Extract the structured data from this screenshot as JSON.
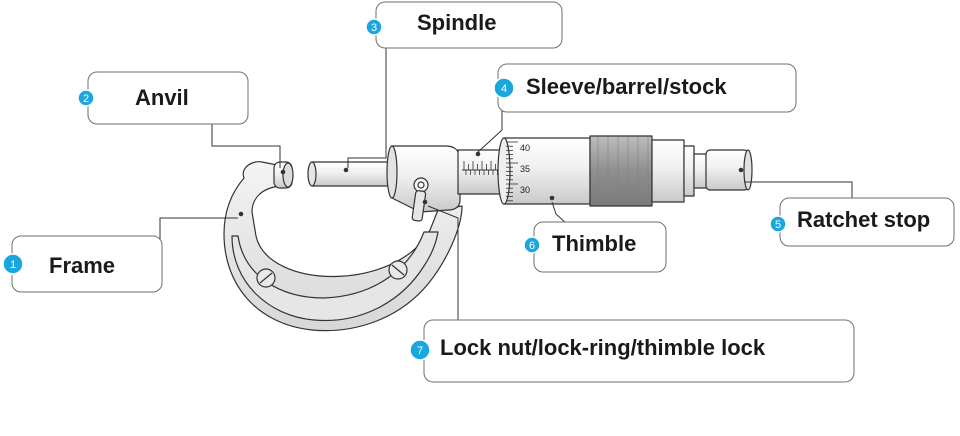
{
  "colors": {
    "badge": "#1aa7e0",
    "outline": "#333333",
    "metal_light": "#f2f2f2",
    "metal_mid": "#d9d9d9",
    "grip": "#9a9a9a"
  },
  "labels": {
    "frame": {
      "number": "1",
      "text": "Frame"
    },
    "anvil": {
      "number": "2",
      "text": "Anvil"
    },
    "spindle": {
      "number": "3",
      "text": "Spindle"
    },
    "sleeve": {
      "number": "4",
      "text": "Sleeve/barrel/stock"
    },
    "ratchet": {
      "number": "5",
      "text": "Ratchet stop"
    },
    "thimble": {
      "number": "6",
      "text": "Thimble"
    },
    "lock": {
      "number": "7",
      "text": "Lock nut/lock-ring/thimble lock"
    }
  },
  "thimble_scale": [
    "40",
    "35",
    "30"
  ]
}
